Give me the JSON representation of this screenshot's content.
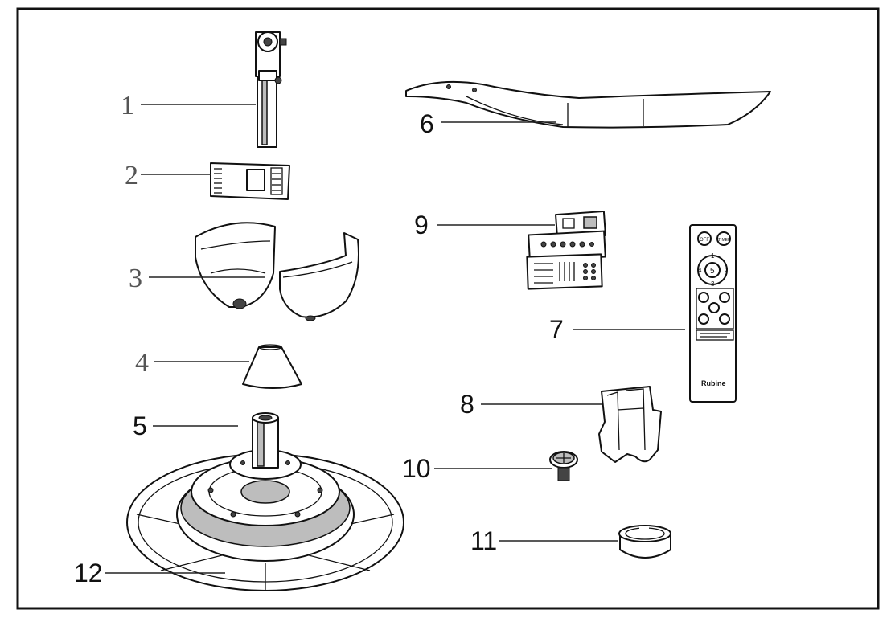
{
  "labels": {
    "l1": "1",
    "l2": "2",
    "l3": "3",
    "l4": "4",
    "l5": "5",
    "l6": "6",
    "l7": "7",
    "l8": "8",
    "l9": "9",
    "l10": "10",
    "l11": "11",
    "l12": "12"
  },
  "remote": {
    "off": "OFF",
    "timer": "TIMER",
    "speed_top": "1",
    "speed_left": "4",
    "speed_center": "5",
    "speed_right": "2",
    "speed_bottom": "3",
    "brand": "Rubine"
  }
}
